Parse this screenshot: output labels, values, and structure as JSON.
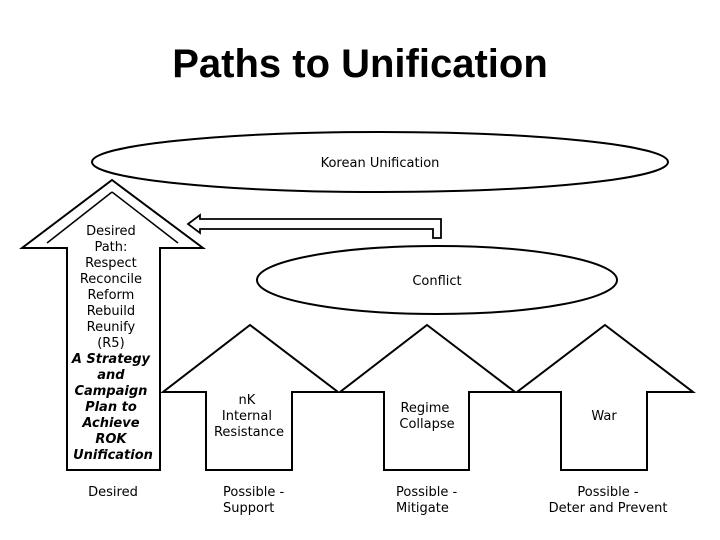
{
  "title": "Paths to Unification",
  "goal": "Korean Unification",
  "conflict": "Conflict",
  "desired_path": {
    "lines": [
      "Desired",
      "Path:",
      "Respect",
      "Reconcile",
      "Reform",
      "Rebuild",
      "Reunify",
      "(R5)"
    ],
    "italic_lines": [
      "A Strategy",
      "and",
      "Campaign",
      "Plan to",
      "Achieve",
      "ROK",
      "Unification"
    ]
  },
  "paths": [
    {
      "lines": [
        "nK",
        "Internal",
        "Resistance"
      ]
    },
    {
      "lines": [
        "Regime",
        "Collapse"
      ]
    },
    {
      "lines": [
        "War"
      ]
    }
  ],
  "captions": [
    {
      "line1": "Desired",
      "line2": ""
    },
    {
      "line1": "Possible -",
      "line2": "Support"
    },
    {
      "line1": "Possible -",
      "line2": "Mitigate"
    },
    {
      "line1": "Possible -",
      "line2": "Deter and Prevent"
    }
  ]
}
